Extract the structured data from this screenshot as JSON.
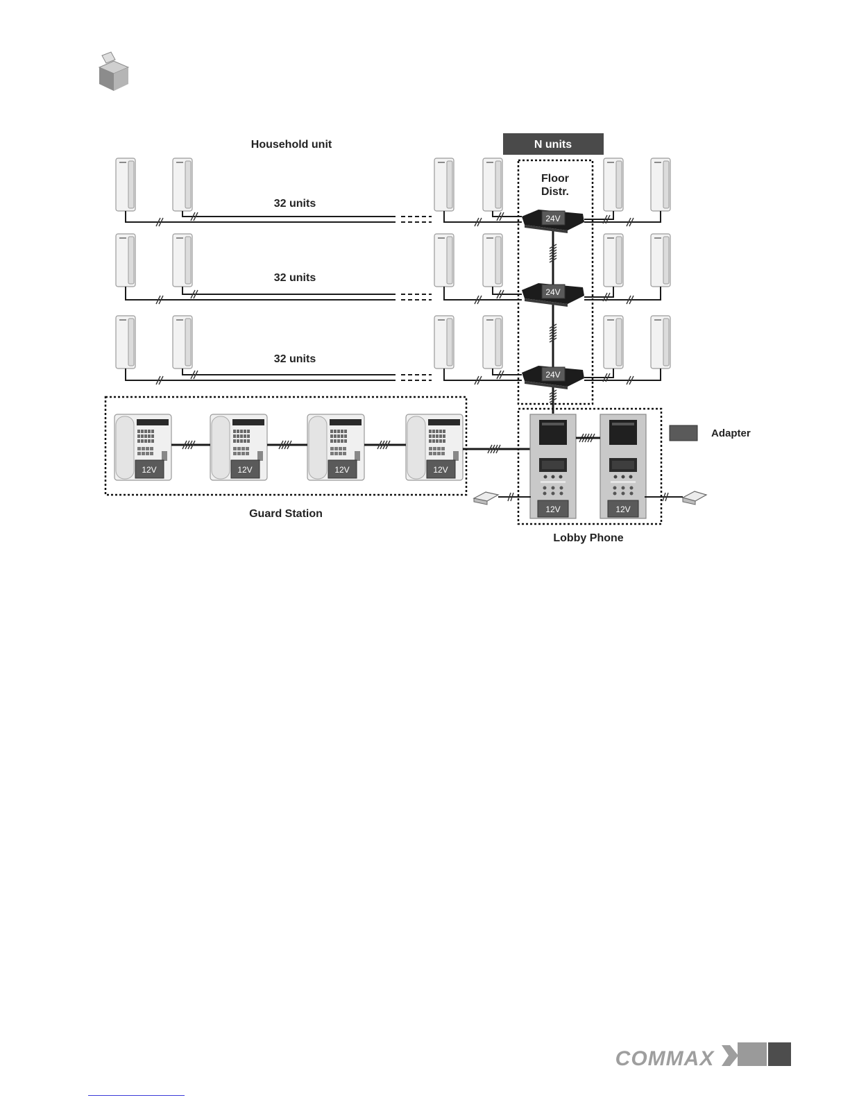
{
  "labels": {
    "household_unit": "Household unit",
    "n_units": "N units",
    "floor_distr_line1": "Floor",
    "floor_distr_line2": "Distr.",
    "row_units": [
      "32 units",
      "32 units",
      "32 units"
    ],
    "distr_voltage": "24V",
    "guard_voltage": "12V",
    "lobby_voltage": "12V",
    "legend_adapter": "Adapter",
    "guard_station": "Guard Station",
    "lobby_phone": "Lobby Phone"
  },
  "footer": {
    "brand": "COMMAX"
  },
  "colors": {
    "adapter": "#5a5a5a",
    "n_units_bar": "#4a4a4a",
    "footer_block": "#7a7a7a"
  },
  "icons": {
    "section_icon": "box-icon",
    "handset": "household-handset-icon",
    "guard_phone": "guard-phone-icon",
    "lobby_panel": "lobby-panel-icon",
    "card_reader": "card-reader-icon"
  }
}
